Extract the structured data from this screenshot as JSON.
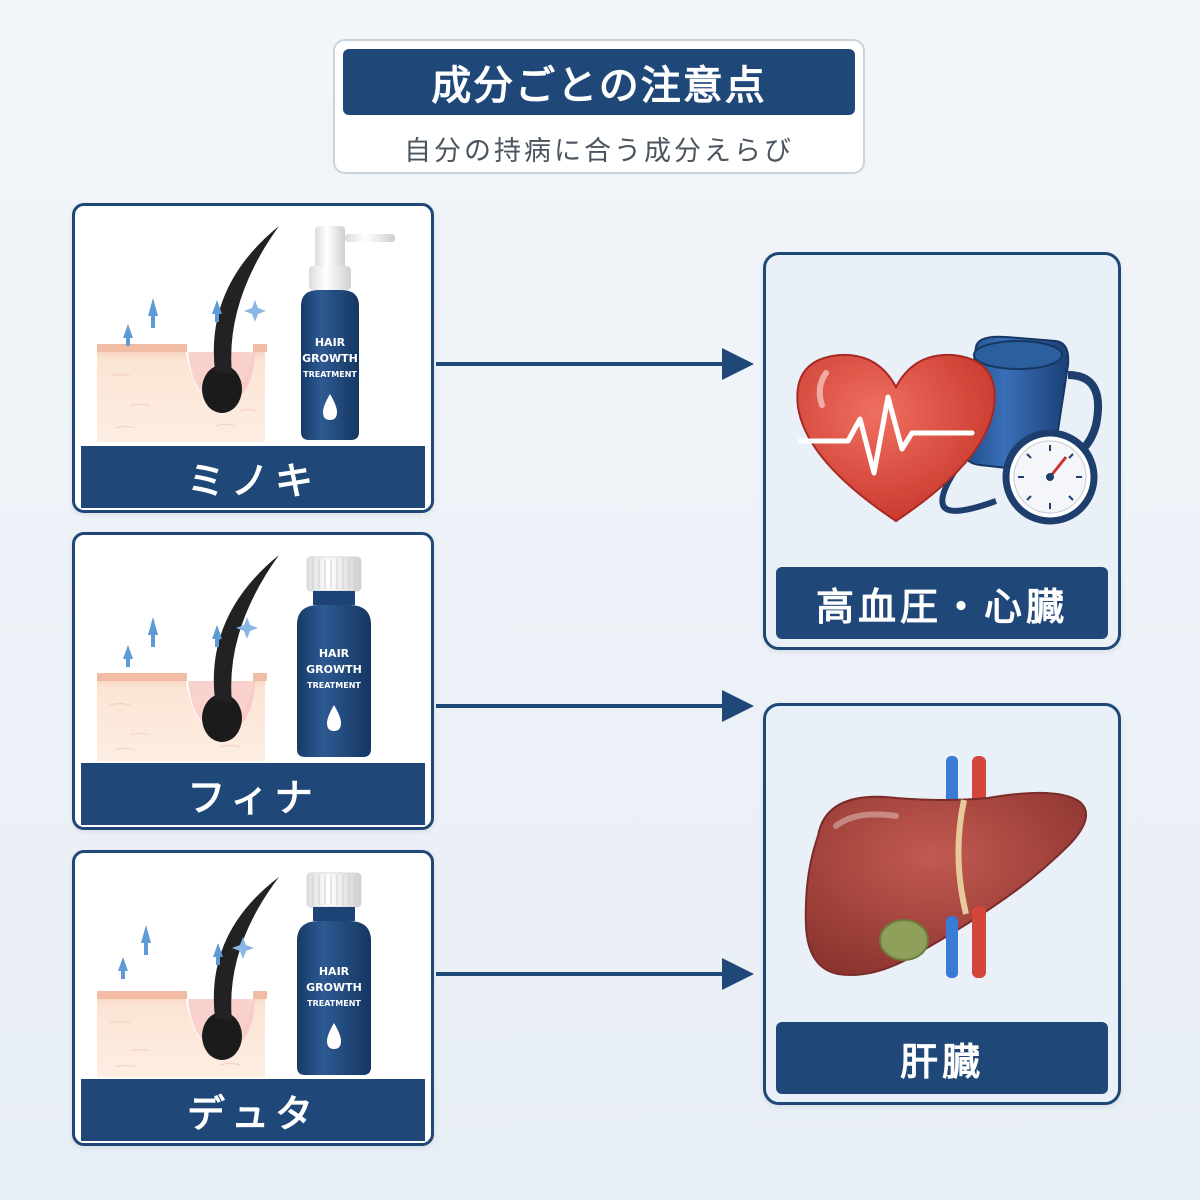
{
  "header": {
    "title": "成分ごとの注意点",
    "subtitle": "自分の持病に合う成分えらび"
  },
  "ingredients": [
    {
      "label": "ミノキ",
      "bottle_text": [
        "HAIR",
        "GROWTH",
        "TREATMENT"
      ],
      "bottle_type": "spray"
    },
    {
      "label": "フィナ",
      "bottle_text": [
        "HAIR",
        "GROWTH",
        "TREATMENT"
      ],
      "bottle_type": "dropper"
    },
    {
      "label": "デュタ",
      "bottle_text": [
        "HAIR",
        "GROWTH",
        "TREATMENT"
      ],
      "bottle_type": "dropper"
    }
  ],
  "risks": [
    {
      "label": "高血圧・心臓",
      "icon": "heart-blood-pressure-icon"
    },
    {
      "label": "肝臓",
      "icon": "liver-icon"
    }
  ],
  "colors": {
    "navy": "#1f4879",
    "heart_red": "#d9493f",
    "liver_red": "#a8423b",
    "arrow_blue": "#6fa3d8"
  }
}
